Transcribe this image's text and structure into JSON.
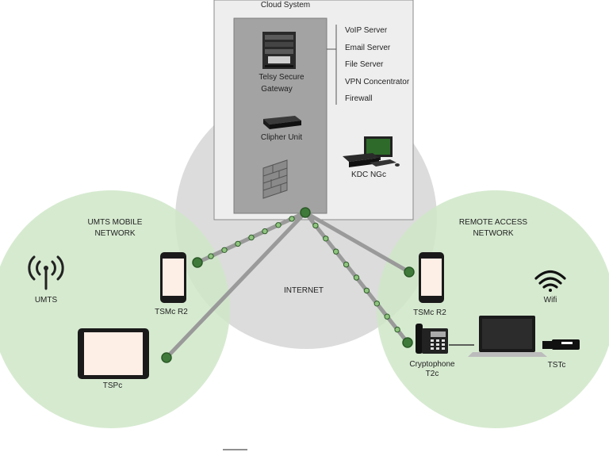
{
  "cloud": {
    "title": "Cloud System",
    "gateway_line1": "Telsy Secure",
    "gateway_line2": "Gateway",
    "servers": [
      "VoIP Server",
      "Email Server",
      "File Server",
      "VPN Concentrator",
      "Firewall"
    ],
    "clipher_unit": "Clipher Unit",
    "kdc": "KDC NGc"
  },
  "internet": {
    "label": "INTERNET"
  },
  "umts_network": {
    "title_line1": "UMTS MOBILE",
    "title_line2": "NETWORK",
    "umts": "UMTS",
    "tsmc": "TSMc R2",
    "tspc": "TSPc"
  },
  "remote_network": {
    "title_line1": "REMOTE ACCESS",
    "title_line2": "NETWORK",
    "tsmc": "TSMc R2",
    "wifi": "Wifi",
    "cryptophone_line1": "Cryptophone",
    "cryptophone_line2": "T2c",
    "tstc": "TSTc"
  },
  "colors": {
    "cloud_circle": "#dcdcdc",
    "network_circle": "#cfe6c8",
    "node_green": "#3f7a3a",
    "link_gray": "#9a9a9a",
    "dot_green": "#8fc47f"
  }
}
